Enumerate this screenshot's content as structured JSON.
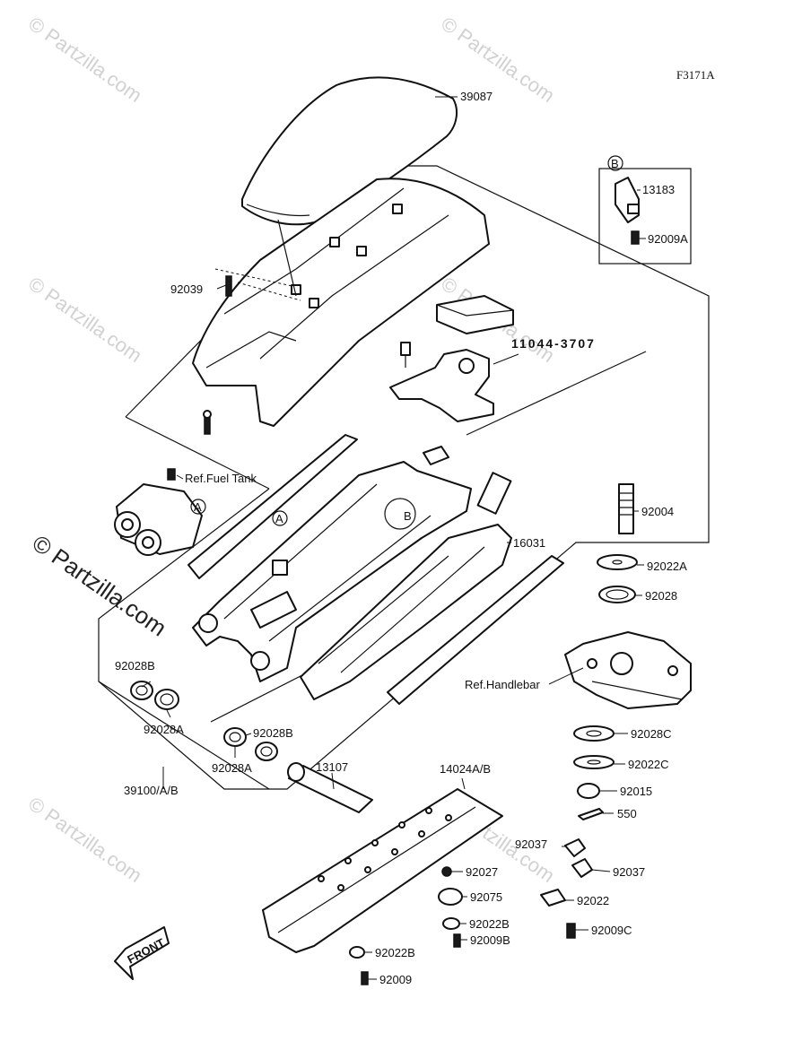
{
  "figure_code": "F3171A",
  "watermark": "© Partzilla.com",
  "front_arrow_label": "FRONT",
  "callouts": {
    "a": "A",
    "b": "B"
  },
  "labels": {
    "p39087": "39087",
    "p13183": "13183",
    "p92009A": "92009A",
    "p92039": "92039",
    "p11044": "11044-3707",
    "refFuelTank": "Ref.Fuel Tank",
    "p92004": "92004",
    "p16031": "16031",
    "p92022A": "92022A",
    "p92028": "92028",
    "refHandlebar": "Ref.Handlebar",
    "p92028B_1": "92028B",
    "p92028A_1": "92028A",
    "p92028B_2": "92028B",
    "p92028A_2": "92028A",
    "p39100": "39100/A/B",
    "p13107": "13107",
    "p14024": "14024A/B",
    "p92028C": "92028C",
    "p92022C": "92022C",
    "p92015": "92015",
    "p550": "550",
    "p92037_1": "92037",
    "p92037_2": "92037",
    "p92022": "92022",
    "p92009C": "92009C",
    "p92027": "92027",
    "p92075": "92075",
    "p92022B_1": "92022B",
    "p92009B": "92009B",
    "p92022B_2": "92022B",
    "p92009": "92009"
  }
}
